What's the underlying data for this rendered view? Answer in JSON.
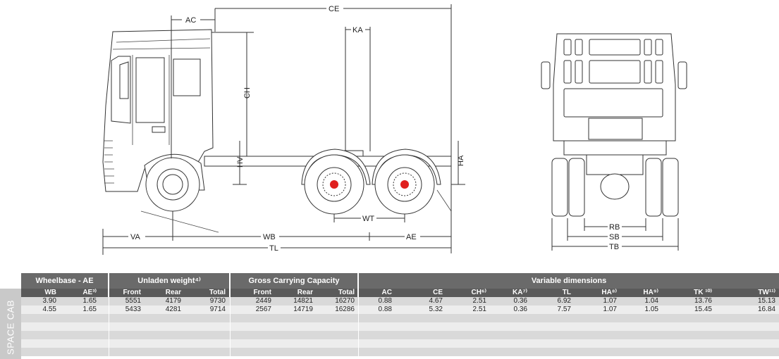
{
  "diagram": {
    "labels": {
      "ac": "AC",
      "ce": "CE",
      "ka": "KA",
      "ch": "CH",
      "hv": "HV",
      "ha": "HA",
      "wt": "WT",
      "va": "VA",
      "wb": "WB",
      "ae": "AE",
      "tl": "TL",
      "rb": "RB",
      "sb": "SB",
      "tb": "TB"
    }
  },
  "table": {
    "side_label": "SPACE CAB",
    "groups": [
      "Wheelbase - AE",
      "Unladen weight⁴⁾",
      "Gross Carrying Capacity",
      "Variable dimensions"
    ],
    "columns": [
      "WB",
      "AE³⁾",
      "Front",
      "Rear",
      "Total",
      "Front",
      "Rear",
      "Total",
      "AC",
      "CE",
      "CH⁶⁾",
      "KA⁷⁾",
      "TL",
      "HA⁸⁾",
      "HA⁹⁾",
      "TK ¹⁰⁾",
      "TW¹¹⁾"
    ],
    "rows": [
      [
        "3.90",
        "1.65",
        "5551",
        "4179",
        "9730",
        "2449",
        "14821",
        "16270",
        "0.88",
        "4.67",
        "2.51",
        "0.36",
        "6.92",
        "1.07",
        "1.04",
        "13.76",
        "15.13"
      ],
      [
        "4.55",
        "1.65",
        "5433",
        "4281",
        "9714",
        "2567",
        "14719",
        "16286",
        "0.88",
        "5.32",
        "2.51",
        "0.36",
        "7.57",
        "1.07",
        "1.05",
        "15.45",
        "16.84"
      ]
    ],
    "colors": {
      "header": "#6a6a6a",
      "subheader": "#5a5a5a",
      "band_dark": "#d9d9d9",
      "band_light": "#ededed",
      "hub": "#e0201e"
    }
  }
}
